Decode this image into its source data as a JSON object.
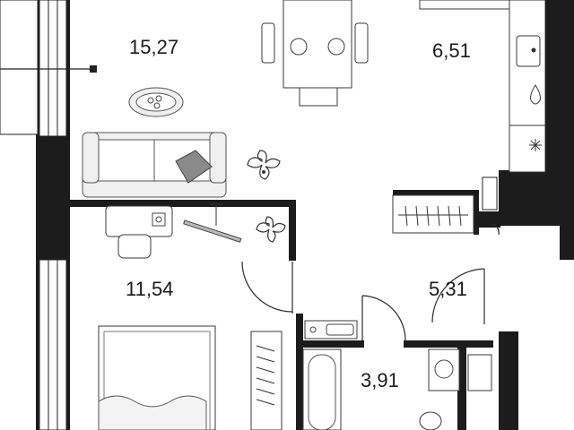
{
  "rooms": [
    {
      "id": "living",
      "area": "15,27"
    },
    {
      "id": "kitchen",
      "area": "6,51"
    },
    {
      "id": "bedroom",
      "area": "11,54"
    },
    {
      "id": "hall",
      "area": "5,31"
    },
    {
      "id": "bathroom",
      "area": "3,91"
    }
  ],
  "colors": {
    "wall": "#1c1c1c",
    "line": "#2a2a2a",
    "background": "#ffffff"
  },
  "icons": [
    "dining-table-icon",
    "sofa-icon",
    "plant-icon",
    "bed-icon",
    "bathtub-icon",
    "sink-icon",
    "stove-icon",
    "washing-machine-icon",
    "toilet-icon",
    "wardrobe-icon",
    "desk-icon",
    "ceiling-lamp-icon"
  ]
}
